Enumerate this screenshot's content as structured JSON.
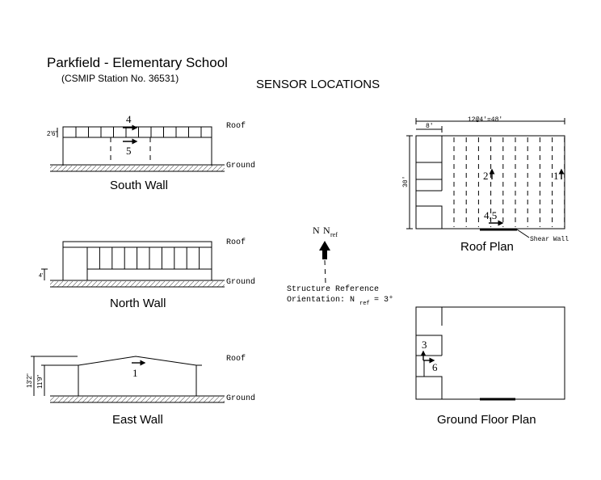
{
  "header": {
    "title": "Parkfield - Elementary School",
    "station": "(CSMIP Station No. 36531)",
    "heading": "SENSOR LOCATIONS"
  },
  "levels": {
    "roof": "Roof",
    "ground": "Ground"
  },
  "south_wall": {
    "caption": "South Wall",
    "dim": "2'6\"",
    "sensor_top": "4",
    "sensor_bottom": "5"
  },
  "north_wall": {
    "caption": "North Wall",
    "dim": "4'"
  },
  "east_wall": {
    "caption": "East Wall",
    "sensor": "1",
    "dim_outer": "13'2\"",
    "dim_inner": "11'9\""
  },
  "orientation": {
    "north_label": "N",
    "nref_label": "N",
    "nref_sub": "ref",
    "note_line1": "Structure Reference",
    "note_line2_prefix": "Orientation: N",
    "note_line2_sub": "ref",
    "note_line2_suffix": "= 3°"
  },
  "roof_plan": {
    "caption": "Roof Plan",
    "dim_top": "12@4'=48'",
    "dim_left_top": "8'",
    "dim_side": "30'",
    "sensor_2": "2",
    "sensor_1": "1",
    "sensor_45": "4,5",
    "shear_wall": "Shear Wall"
  },
  "ground_plan": {
    "caption": "Ground Floor Plan",
    "sensor_3": "3",
    "sensor_6": "6"
  }
}
